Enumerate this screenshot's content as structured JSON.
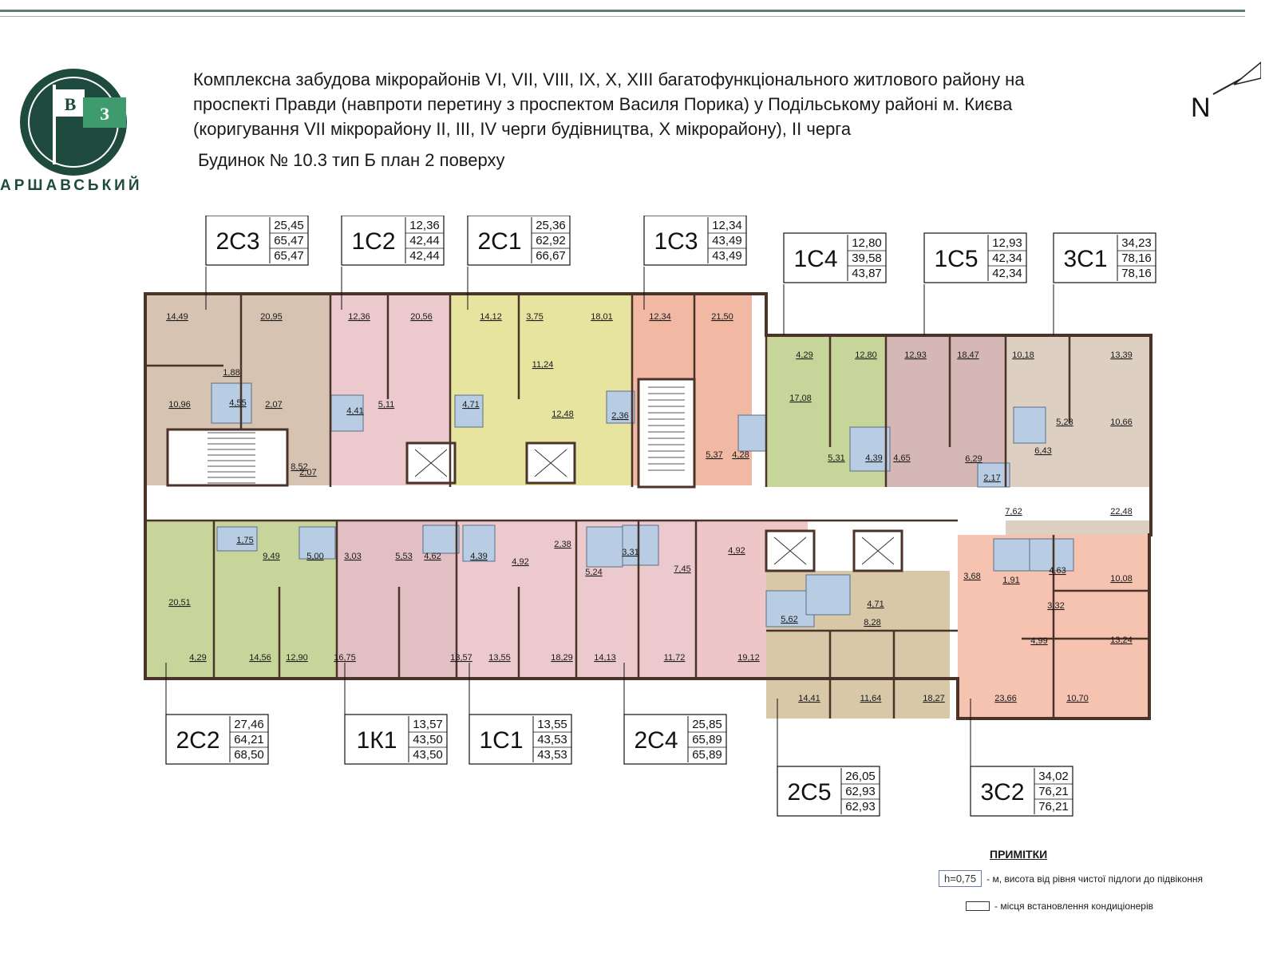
{
  "logo": {
    "letters": "ВЗ",
    "word": "АРШАВСЬКИЙ",
    "colors": {
      "ring": "#1f4a3e",
      "flag": "#3f9a6e"
    }
  },
  "header": {
    "lines": [
      "Комплексна забудова мікрорайонів VI, VII, VIII, IX, X, XIII багатофункціонального житлового району на",
      "проспекті Правди (навпроти перетину з проспектом Василя Порика) у Подільському районі м. Києва",
      "(коригування VII мікрорайону II, III, IV черги будівництва, X мікрорайону), II черга"
    ],
    "subtitle": "Будинок № 10.3   тип Б   план 2 поверху"
  },
  "compass": {
    "label": "N"
  },
  "colors": {
    "tan": "#d7c3b1",
    "pink": "#ecc9cc",
    "yellow": "#e6e49e",
    "salmon": "#f1b9a3",
    "green": "#c8d59a",
    "olive": "#cfc898",
    "rose": "#e2bfc2",
    "mauve": "#d5b7b5",
    "khaki": "#d9c8a8",
    "beige": "#ddd0c3",
    "peach": "#f5c3b0",
    "rosepink": "#efc6c7",
    "bath": "#b8cde3",
    "wall": "#4a3328"
  },
  "apartments": [
    {
      "code": "2С3",
      "values": [
        "25,45",
        "65,47",
        "65,47"
      ]
    },
    {
      "code": "1С2",
      "values": [
        "12,36",
        "42,44",
        "42,44"
      ]
    },
    {
      "code": "2С1",
      "values": [
        "25,36",
        "62,92",
        "66,67"
      ]
    },
    {
      "code": "1С3",
      "values": [
        "12,34",
        "43,49",
        "43,49"
      ]
    },
    {
      "code": "1С4",
      "values": [
        "12,80",
        "39,58",
        "43,87"
      ]
    },
    {
      "code": "1С5",
      "values": [
        "12,93",
        "42,34",
        "42,34"
      ]
    },
    {
      "code": "3С1",
      "values": [
        "34,23",
        "78,16",
        "78,16"
      ]
    },
    {
      "code": "2С2",
      "values": [
        "27,46",
        "64,21",
        "68,50"
      ]
    },
    {
      "code": "1К1",
      "values": [
        "13,57",
        "43,50",
        "43,50"
      ]
    },
    {
      "code": "1С1",
      "values": [
        "13,55",
        "43,53",
        "43,53"
      ]
    },
    {
      "code": "2С4",
      "values": [
        "25,85",
        "65,89",
        "65,89"
      ]
    },
    {
      "code": "2С5",
      "values": [
        "26,05",
        "62,93",
        "62,93"
      ]
    },
    {
      "code": "3С2",
      "values": [
        "34,02",
        "76,21",
        "76,21"
      ]
    }
  ],
  "room_areas": [
    "14,49",
    "20,95",
    "1,88",
    "10,96",
    "4,55",
    "2,07",
    "8,52",
    "2,07",
    "12,36",
    "20,56",
    "4,41",
    "5,11",
    "14,12",
    "3,75",
    "18,01",
    "11,24",
    "4,71",
    "12,48",
    "2,36",
    "12,34",
    "21,50",
    "5,37",
    "4,28",
    "4,29",
    "12,80",
    "17,08",
    "5,31",
    "4,39",
    "4,65",
    "12,93",
    "18,47",
    "6,29",
    "10,18",
    "13,39",
    "5,23",
    "10,66",
    "6,43",
    "2,17",
    "7,62",
    "22,48",
    "1,75",
    "9,49",
    "5,00",
    "20,51",
    "4,29",
    "14,56",
    "12,90",
    "3,03",
    "5,53",
    "4,62",
    "4,39",
    "16,75",
    "13,57",
    "4,92",
    "2,38",
    "13,55",
    "18,29",
    "3,31",
    "5,24",
    "7,45",
    "4,92",
    "14,13",
    "11,72",
    "19,12",
    "4,71",
    "5,62",
    "8,28",
    "14,41",
    "11,64",
    "18,27",
    "3,68",
    "1,91",
    "4,63",
    "10,08",
    "3,32",
    "4,99",
    "13,24",
    "23,66",
    "10,70"
  ],
  "legend": {
    "title": "ПРИМІТКИ",
    "height_box": "h=0,75",
    "height_text": "- м, висота від рівня чистої підлоги до підвіконня",
    "ac_text": "- місця встановлення кондиціонерів"
  }
}
